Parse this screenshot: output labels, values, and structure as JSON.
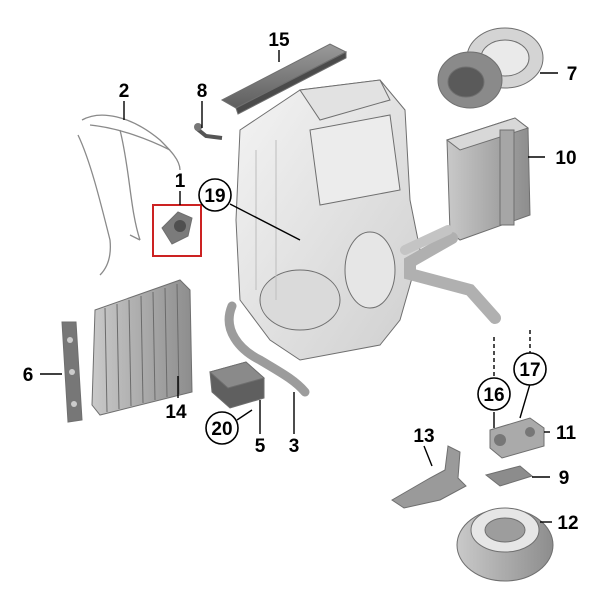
{
  "diagram": {
    "callouts": [
      {
        "id": "c1",
        "label": "1",
        "circled": false
      },
      {
        "id": "c2",
        "label": "2",
        "circled": false
      },
      {
        "id": "c3",
        "label": "3",
        "circled": false
      },
      {
        "id": "c5",
        "label": "5",
        "circled": false
      },
      {
        "id": "c6",
        "label": "6",
        "circled": false
      },
      {
        "id": "c7",
        "label": "7",
        "circled": false
      },
      {
        "id": "c8",
        "label": "8",
        "circled": false
      },
      {
        "id": "c9",
        "label": "9",
        "circled": false
      },
      {
        "id": "c10",
        "label": "10",
        "circled": false
      },
      {
        "id": "c11",
        "label": "11",
        "circled": false
      },
      {
        "id": "c12",
        "label": "12",
        "circled": false
      },
      {
        "id": "c13",
        "label": "13",
        "circled": false
      },
      {
        "id": "c14",
        "label": "14",
        "circled": false
      },
      {
        "id": "c15",
        "label": "15",
        "circled": false
      },
      {
        "id": "c16",
        "label": "16",
        "circled": true
      },
      {
        "id": "c17",
        "label": "17",
        "circled": true
      },
      {
        "id": "c19",
        "label": "19",
        "circled": true
      },
      {
        "id": "c20",
        "label": "20",
        "circled": true
      }
    ],
    "highlight_color": "#cc2222",
    "highlighted_part": "1"
  }
}
